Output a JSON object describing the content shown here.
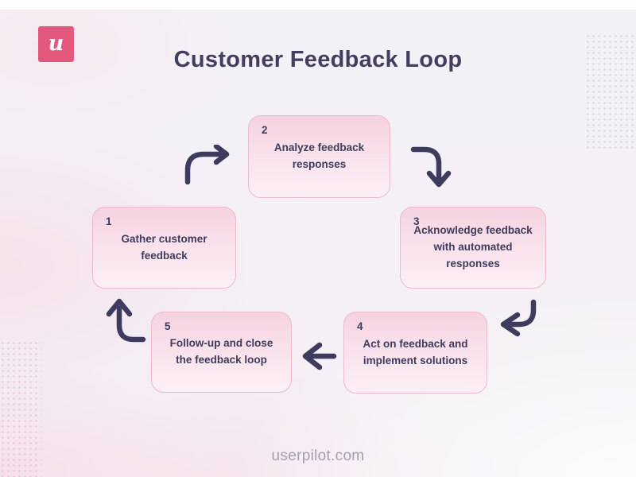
{
  "header": {
    "logo_letter": "u",
    "title": "Customer Feedback Loop"
  },
  "steps": [
    {
      "number": "1",
      "label": "Gather customer\nfeedback"
    },
    {
      "number": "2",
      "label": "Analyze feedback\nresponses"
    },
    {
      "number": "3",
      "label": "Acknowledge feedback\nwith automated responses"
    },
    {
      "number": "4",
      "label": "Act on feedback and\nimplement solutions"
    },
    {
      "number": "5",
      "label": "Follow-up and close\nthe feedback loop"
    }
  ],
  "footer": {
    "website": "userpilot.com"
  },
  "icons": {
    "arrow_1_to_2": "curved-arrow-up-right",
    "arrow_2_to_3": "curved-arrow-right-down",
    "arrow_3_to_4": "curved-arrow-down-left",
    "arrow_4_to_5": "straight-arrow-left",
    "arrow_5_to_1": "curved-arrow-left-up"
  },
  "colors": {
    "brand_pink": "#e4587d",
    "title_navy": "#433e60",
    "box_border": "#efb9ce",
    "box_fill_top": "#f5d2e0",
    "box_fill_bottom": "#fcf0f5",
    "arrow": "#3f3b5e",
    "footer_text": "#a59db1"
  }
}
